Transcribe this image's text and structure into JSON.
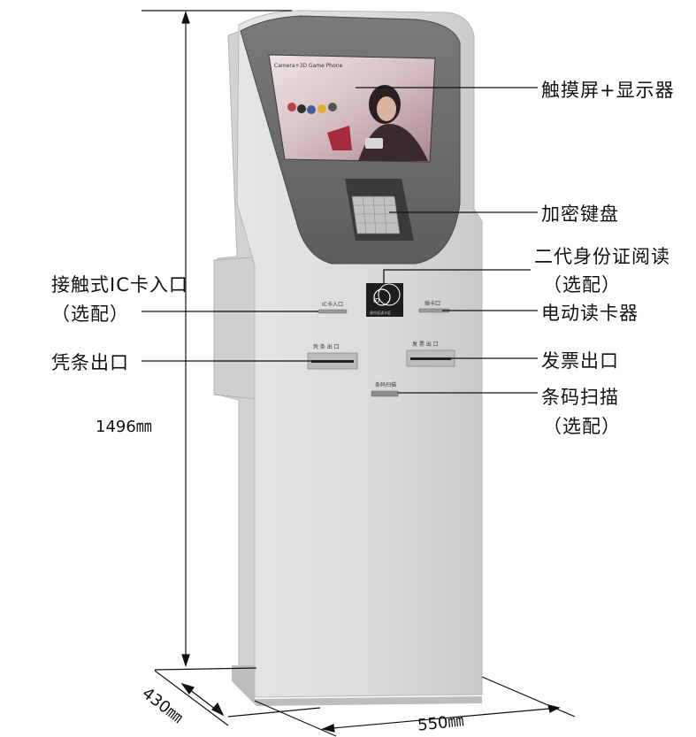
{
  "labels": {
    "touchscreen": "触摸屏+显示器",
    "keypad": "加密键盘",
    "id_reader_line1": "二代身份证阅读",
    "id_reader_line2": "（选配）",
    "ic_card_line1": "接触式IC卡入口",
    "ic_card_line2": "（选配）",
    "card_reader": "电动读卡器",
    "receipt_out": "凭条出口",
    "invoice_out": "发票出口",
    "barcode_line1": "条码扫描",
    "barcode_line2": "（选配）"
  },
  "dimensions": {
    "height": "1496㎜",
    "depth": "430㎜",
    "width": "550㎜"
  },
  "panel_text": {
    "ic_slot": "IC卡入口",
    "card_slot": "插卡口",
    "receipt_slot": "凭 条 出 口",
    "invoice_slot": "发 票 出 口",
    "barcode_slot": "条码扫描",
    "id_badge": "iD",
    "id_caption": "身份证读卡区",
    "screen_title": "Camera+3D Game Phone"
  },
  "colors": {
    "body": "#dcdcdc",
    "body_shade": "#c4c4c4",
    "bezel": "#6e6e6e",
    "screen": "#d8c3c6",
    "line": "#111111"
  }
}
